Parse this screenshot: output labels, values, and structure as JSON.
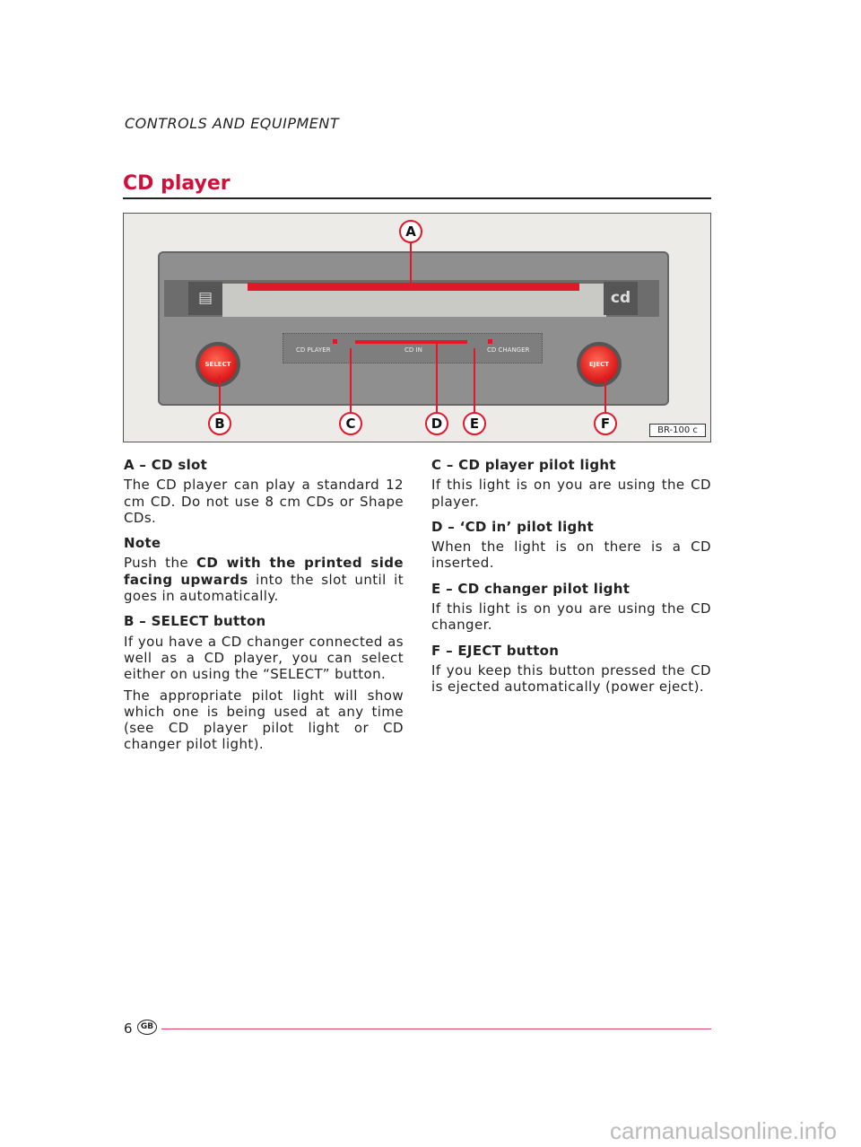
{
  "header": {
    "section": "CONTROLS AND EQUIPMENT",
    "title": "CD player"
  },
  "figure": {
    "code": "BR-100 c",
    "logo": "cd",
    "select_label": "SELECT",
    "eject_label": "EJECT",
    "display_labels": [
      "CD PLAYER",
      "CD IN",
      "CD CHANGER"
    ],
    "callouts": [
      "A",
      "B",
      "C",
      "D",
      "E",
      "F"
    ]
  },
  "left": [
    {
      "heading": "A – CD slot",
      "paras": [
        "The CD player can play a standard 12 cm CD. Do not use 8 cm CDs or Shape CDs."
      ]
    },
    {
      "heading": "Note",
      "pre": "Push the ",
      "bold": "CD with the printed side facing upwards",
      "post": " into the slot until it goes in automatically."
    },
    {
      "heading": "B – SELECT button",
      "paras": [
        "If you have a CD changer connected as well as a CD player, you can select either on using the “SELECT” button.",
        "The appropriate pilot light will show which one is being used at any time (see CD player pilot light or CD changer pilot light)."
      ]
    }
  ],
  "right": [
    {
      "heading": "C – CD player pilot light",
      "paras": [
        "If this light is on you are using the CD player."
      ]
    },
    {
      "heading": "D – ‘CD in’ pilot light",
      "paras": [
        "When the light is on there is a CD inserted."
      ]
    },
    {
      "heading": "E – CD changer pilot light",
      "paras": [
        "If this light is on you are using the CD changer."
      ]
    },
    {
      "heading": "F – EJECT button",
      "paras": [
        "If you keep this button pressed the CD is ejected automatically (power eject)."
      ]
    }
  ],
  "footer": {
    "page": "6",
    "country": "GB",
    "watermark": "carmanualsonline.info"
  }
}
